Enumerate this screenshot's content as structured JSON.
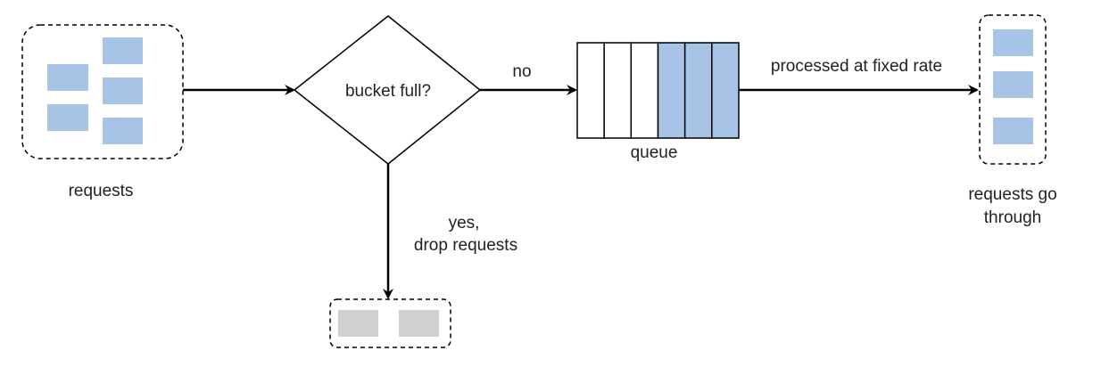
{
  "labels": {
    "requests": "requests",
    "decision": "bucket full?",
    "no": "no",
    "yes_line1": "yes,",
    "yes_line2": "drop requests",
    "queue": "queue",
    "processed": "processed at fixed rate",
    "through_line1": "requests go",
    "through_line2": "through"
  },
  "queue": {
    "cells": 6,
    "filled": 3
  },
  "colors": {
    "request": "#a7c3e6",
    "dropped": "#d0d0d0",
    "stroke": "#000000"
  }
}
